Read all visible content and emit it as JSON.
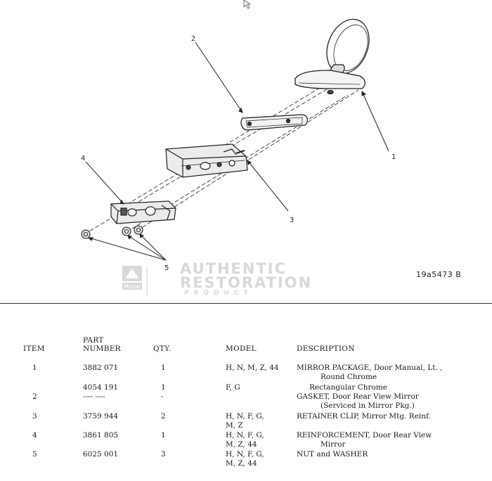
{
  "diagram": {
    "callouts": [
      "1",
      "2",
      "3",
      "4",
      "5"
    ],
    "figure_code": "19a5473 B",
    "watermark": {
      "line1": "AUTHENTIC",
      "line2": "RESTORATION",
      "line3": "PRODUCT",
      "logo_text": "Mopar"
    }
  },
  "table": {
    "headers": {
      "item": "ITEM",
      "part_top": "PART",
      "part_bottom": "NUMBER",
      "qty": "QTY.",
      "model": "MODEL",
      "description": "DESCRIPTION"
    },
    "rows": [
      {
        "item": "1",
        "part": "3882 071",
        "qty": "1",
        "model": "H, N, M, Z, 44",
        "desc1": "MIRROR PACKAGE, Door Manual, Lt. ,",
        "desc2": "Round Chrome"
      },
      {
        "item": "",
        "part": "4054 191",
        "qty": "1",
        "model": "F, G",
        "desc1": "Rectangular Chrome",
        "desc2": ""
      },
      {
        "item": "2",
        "part": "---- ----",
        "qty": "-",
        "model": "",
        "desc1": "GASKET, Door Rear View Mirror",
        "desc2": "(Serviced in Mirror Pkg.)"
      },
      {
        "item": "3",
        "part": "3759 944",
        "qty": "2",
        "model": "H, N, F, G,",
        "model2": "M, Z",
        "desc1": "RETAINER CLIP, Mirror Mtg. Reinf.",
        "desc2": ""
      },
      {
        "item": "4",
        "part": "3861 805",
        "qty": "1",
        "model": "H, N, F, G,",
        "model2": "M, Z, 44",
        "desc1": "REINFORCEMENT, Door Rear View",
        "desc2": "Mirror"
      },
      {
        "item": "5",
        "part": "6025 001",
        "qty": "3",
        "model": "H, N, F, G,",
        "model2": "M, Z, 44",
        "desc1": "NUT and WASHER",
        "desc2": ""
      }
    ]
  }
}
